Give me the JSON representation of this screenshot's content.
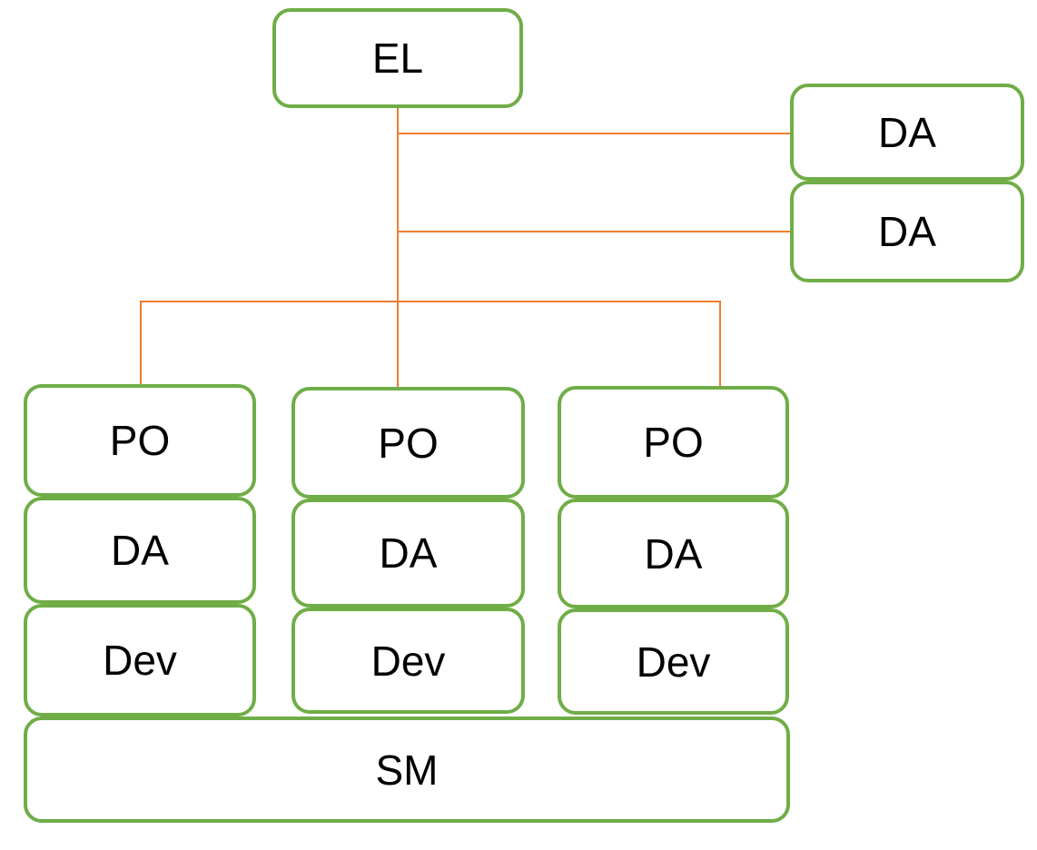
{
  "diagram": {
    "type": "org-chart",
    "nodes": {
      "el": "EL",
      "da_right_1": "DA",
      "da_right_2": "DA",
      "po_1": "PO",
      "po_2": "PO",
      "po_3": "PO",
      "da_1": "DA",
      "da_2": "DA",
      "da_3": "DA",
      "dev_1": "Dev",
      "dev_2": "Dev",
      "dev_3": "Dev",
      "sm": "SM"
    },
    "edges": [
      "EL -> DA (right, upper)",
      "EL -> DA (right, lower)",
      "EL -> PO (column 1)",
      "EL -> PO (column 2)",
      "EL -> PO (column 3)"
    ],
    "colors": {
      "node_border": "#70AD47",
      "connector": "#ED7D31",
      "node_fill": "#FFFFFF",
      "text": "#000000",
      "background": "#FFFFFF"
    }
  }
}
